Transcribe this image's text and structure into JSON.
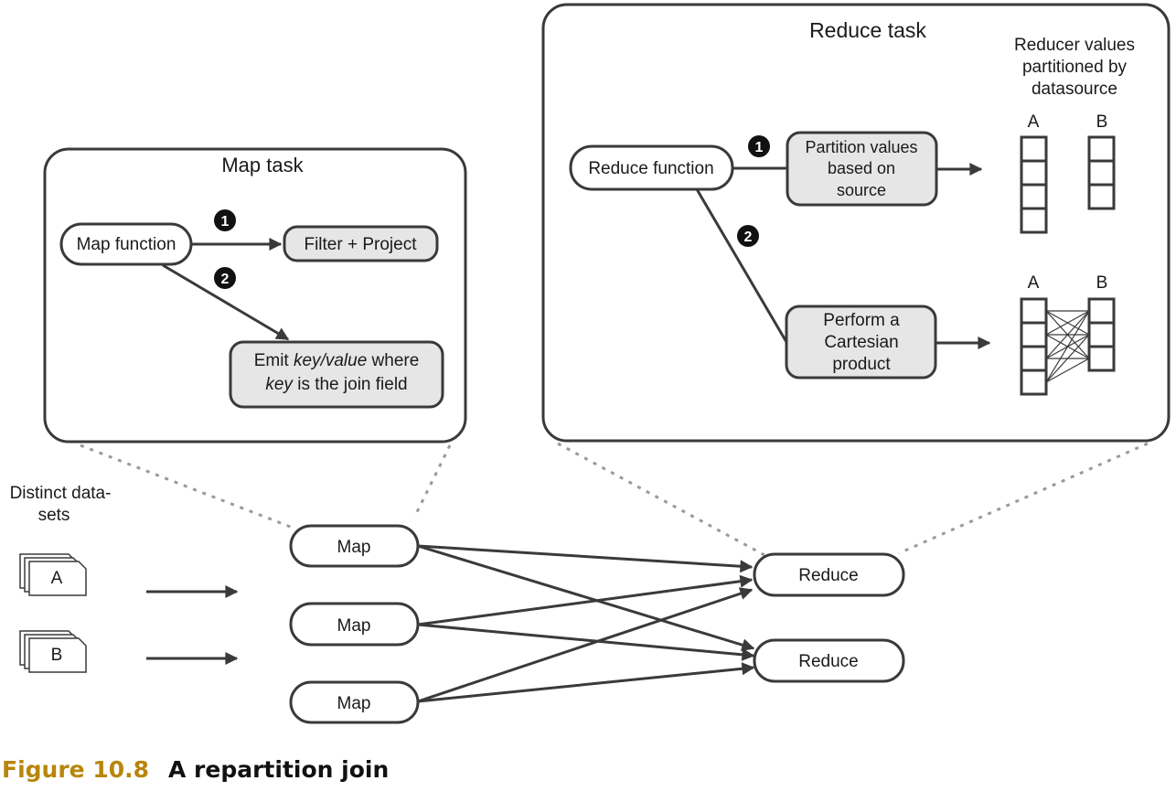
{
  "map_task": {
    "title": "Map task",
    "map_function": "Map function",
    "filter_project": "Filter + Project",
    "emit_line1_key": "key",
    "emit_line1_slash": "/",
    "emit_line1_value": "value",
    "emit_line1_rest": " where",
    "emit_line2_key": "key",
    "emit_line2_rest": " is the join field",
    "step1": "1",
    "step2": "2"
  },
  "reduce_task": {
    "title": "Reduce task",
    "reduce_function": "Reduce function",
    "partition_lines": [
      "Partition values",
      "based on",
      "source"
    ],
    "cartesian_lines": [
      "Perform a",
      "Cartesian",
      "product"
    ],
    "reducer_values_lines": [
      "Reducer values",
      "partitioned by",
      "datasource"
    ],
    "label_a": "A",
    "label_b": "B",
    "step1": "1",
    "step2": "2"
  },
  "flow": {
    "datasets_label_lines": [
      "Distinct data-",
      "sets"
    ],
    "dataset_a": "A",
    "dataset_b": "B",
    "map_nodes": [
      "Map",
      "Map",
      "Map"
    ],
    "reduce_nodes": [
      "Reduce",
      "Reduce"
    ]
  },
  "caption": {
    "label": "Figure 10.8",
    "title": "A repartition join"
  },
  "colors": {
    "caption_label": "#b8860b",
    "stroke": "#3a3a3a",
    "shaded_fill": "#e6e6e6"
  }
}
